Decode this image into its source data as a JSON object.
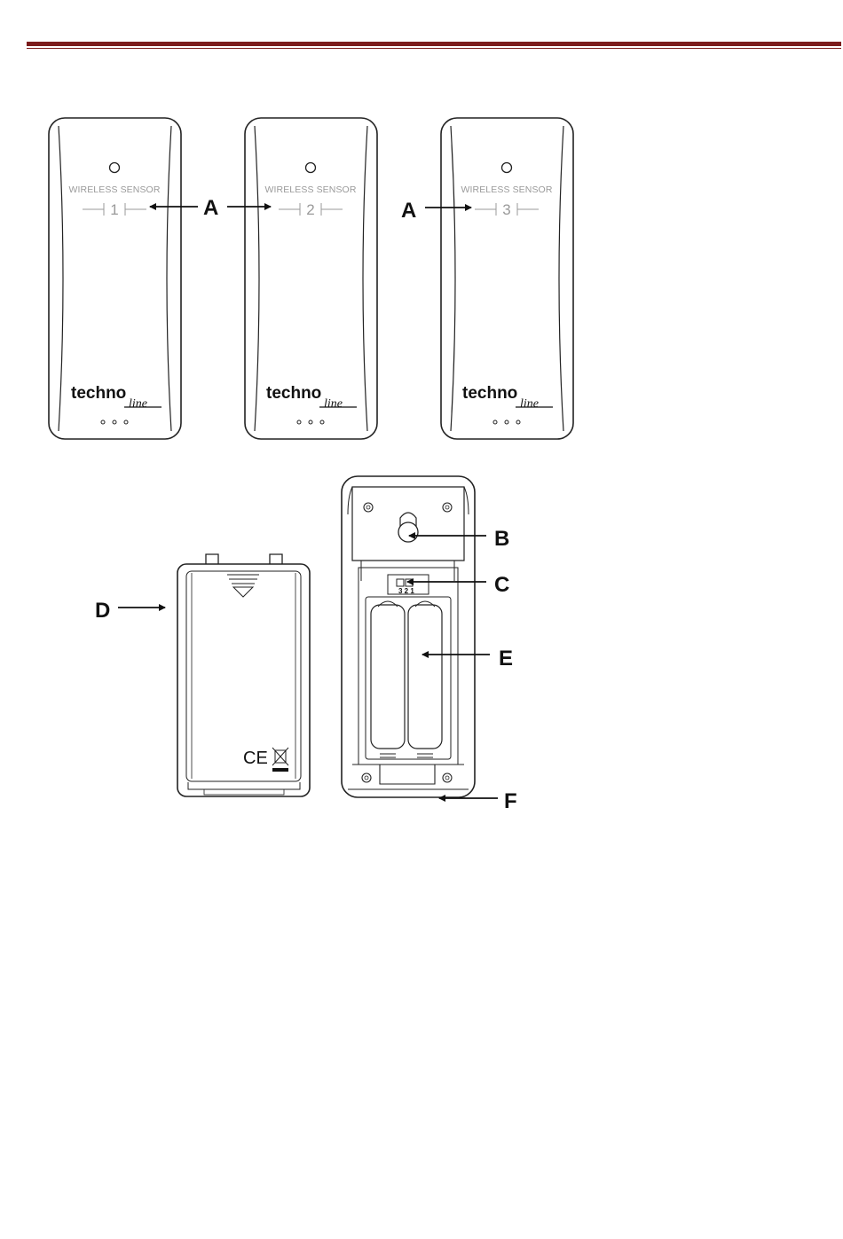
{
  "sensors": [
    {
      "caption": "WIRELESS SENSOR",
      "channel": "1",
      "brand": "techno",
      "brand_script": "line"
    },
    {
      "caption": "WIRELESS SENSOR",
      "channel": "2",
      "brand": "techno",
      "brand_script": "line"
    },
    {
      "caption": "WIRELESS SENSOR",
      "channel": "3",
      "brand": "techno",
      "brand_script": "line"
    }
  ],
  "callouts": {
    "a1": "A",
    "a2": "A",
    "b": "B",
    "c": "C",
    "d": "D",
    "e": "E",
    "f": "F"
  },
  "channel_switch": {
    "digits": "3 2 1"
  },
  "battery_cover": {
    "ce_mark": "CE"
  },
  "colors": {
    "header_rule": "#7b1b1b",
    "outline": "#222222",
    "caption_grey": "#9a9a9a"
  }
}
